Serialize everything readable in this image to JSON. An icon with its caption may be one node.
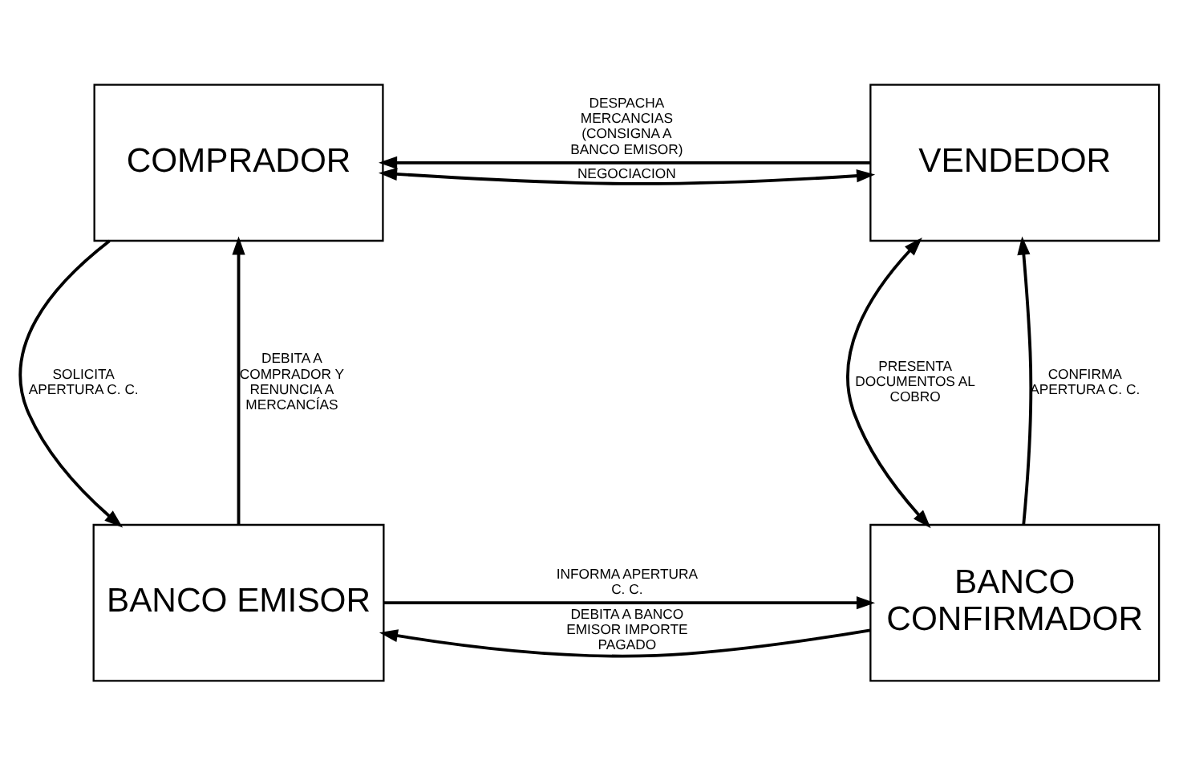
{
  "diagram": {
    "nodes": [
      {
        "text": [
          "COMPRADOR"
        ]
      },
      {
        "text": [
          "VENDEDOR"
        ]
      },
      {
        "text": [
          "BANCO EMISOR"
        ]
      },
      {
        "text": [
          "BANCO CONFIRMADOR"
        ]
      }
    ],
    "edges": [
      {
        "from": 0,
        "to": 1,
        "arrow": "both",
        "label": "NEGOCIACION"
      },
      {
        "from": 1,
        "to": 0,
        "arrow": "to",
        "label": "DESPACHA MERCANCIAS (CONSIGNA A BANCO EMISOR)"
      },
      {
        "from": 0,
        "to": 2,
        "arrow": "to",
        "label": "SOLICITA APERTURA C. C."
      },
      {
        "from": 2,
        "to": 0,
        "arrow": "to",
        "label": "DEBITA A COMPRADOR Y RENUNCIA A MERCANCÍAS"
      },
      {
        "from": 1,
        "to": 3,
        "arrow": "both",
        "label": "PRESENTA DOCUMENTOS AL COBRO"
      },
      {
        "from": 3,
        "to": 1,
        "arrow": "to",
        "label": "CONFIRMA APERTURA C. C."
      },
      {
        "from": 3,
        "to": 2,
        "arrow": "to",
        "label": "DEBITA A BANCO EMISOR IMPORTE PAGADO"
      },
      {
        "from": 2,
        "to": 3,
        "arrow": "to",
        "label": "INFORMA APERTURA C. C."
      }
    ]
  }
}
